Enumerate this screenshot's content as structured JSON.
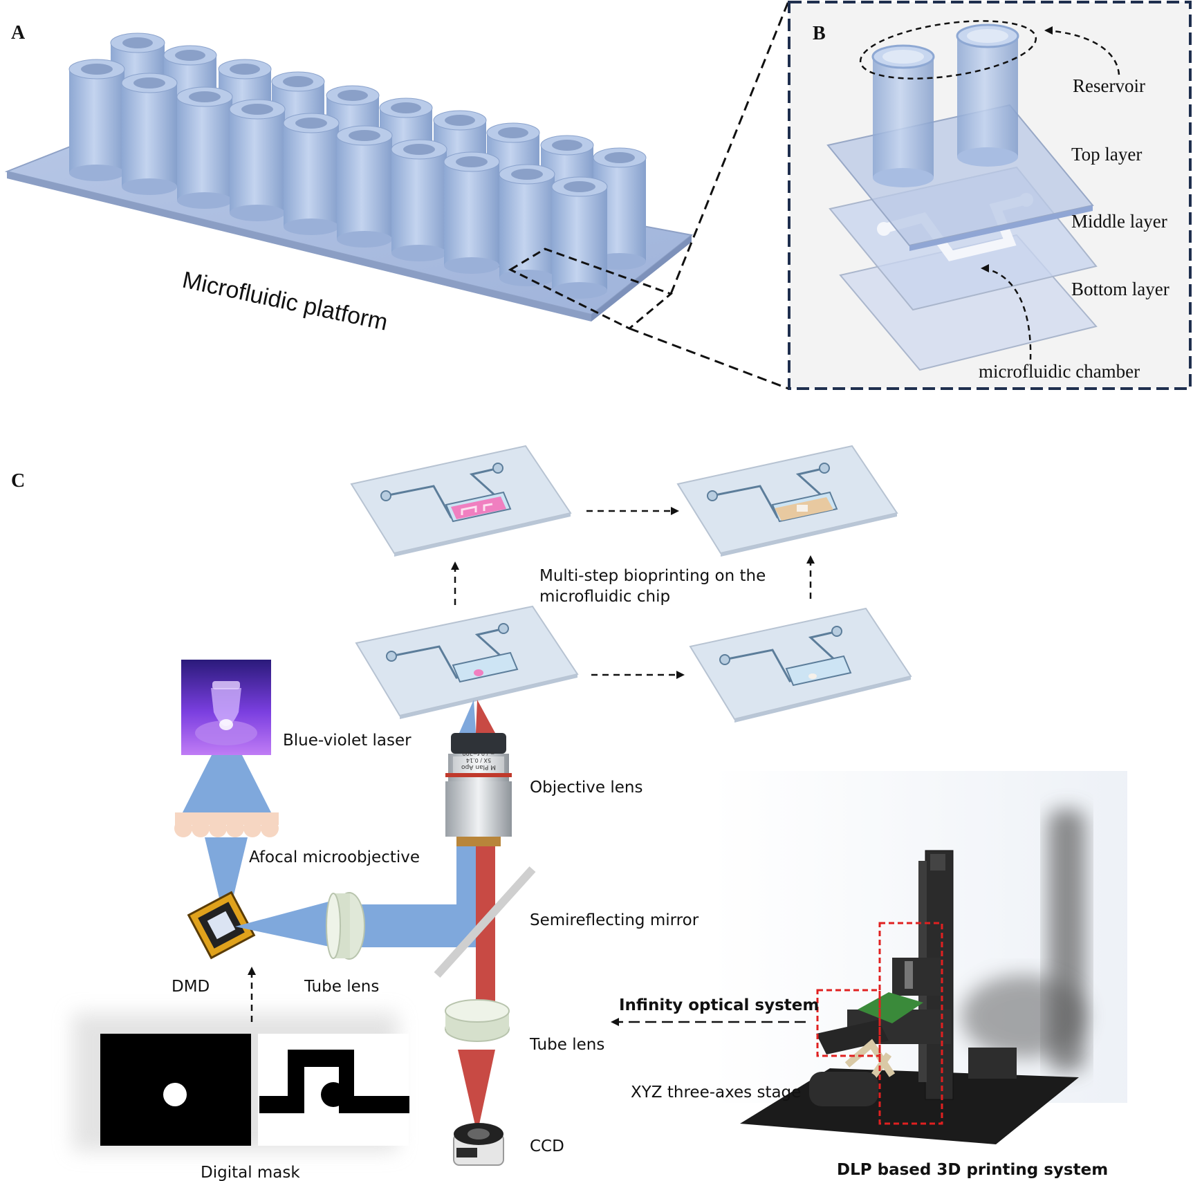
{
  "panels": {
    "a": {
      "letter": "A",
      "platform_label": "Microfluidic platform"
    },
    "b": {
      "letter": "B",
      "labels": {
        "reservoir": "Reservoir",
        "top_layer": "Top layer",
        "middle_layer": "Middle layer",
        "bottom_layer": "Bottom layer",
        "chamber": "microfluidic chamber"
      }
    },
    "c": {
      "letter": "C",
      "bioprinting_caption_line1": "Multi-step bioprinting on the",
      "bioprinting_caption_line2": "microfluidic chip",
      "labels": {
        "laser": "Blue-violet laser",
        "objective": "Objective lens",
        "afocal": "Afocal microobjective",
        "mirror": "Semireflecting mirror",
        "dmd": "DMD",
        "tube_lens_1": "Tube lens",
        "tube_lens_2": "Tube lens",
        "ccd": "CCD",
        "mask": "Digital mask",
        "infinity": "Infinity optical system",
        "stage": "XYZ three-axes stage",
        "dlp": "DLP based 3D printing system"
      },
      "lens_marking_1": "M Plan Apo",
      "lens_marking_2": "5X / 0.14",
      "lens_marking_3": "∞ / 0   f=200"
    }
  },
  "colors": {
    "chip": "#dde7f2",
    "chip_channel": "#5c7d9a",
    "cylinder": "#9db5dc",
    "blue_beam": "#7fa8dc",
    "red_beam": "#c84a44",
    "laser_purple": "#7a3fd0",
    "pink_construct": "#f07fc0",
    "tan_construct": "#e8c9a0",
    "dmd_gold": "#e0a21c",
    "dash_frame": "#1f2f4e"
  }
}
